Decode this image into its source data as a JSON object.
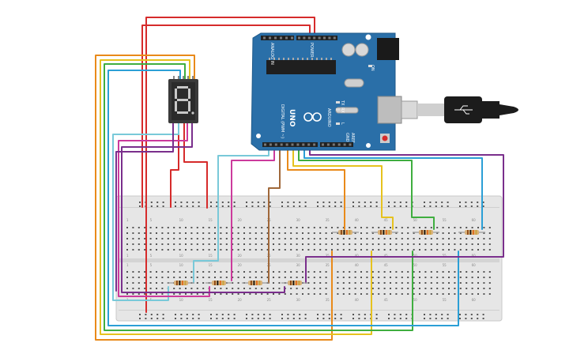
{
  "arduino": {
    "brand": "ARDUINO",
    "model": "UNO",
    "digital_header": "DIGITAL (PWM ~)",
    "power_header": "POWER",
    "analog_header": "ANALOG IN",
    "tx_label": "TX",
    "rx_label": "RX",
    "l_label": "L",
    "on_label": "ON",
    "aref_label": "AREF",
    "gnd_label": "GND"
  },
  "breadboard": {
    "col_numbers": [
      "1",
      "5",
      "10",
      "15",
      "20",
      "25",
      "30",
      "35",
      "40",
      "45",
      "50",
      "55",
      "60"
    ]
  },
  "display": {
    "digit": "8"
  },
  "colors": {
    "board": "#2a6fa8",
    "board_dark": "#1f5a8a",
    "breadboard": "#e6e6e6",
    "wire_red": "#d62b2b",
    "wire_orange": "#e98a1a",
    "wire_yellow": "#e6c21e",
    "wire_green": "#3fae3f",
    "wire_blue": "#2b9fd6",
    "wire_cyan": "#79c9d9",
    "wire_magenta": "#cc3a9c",
    "wire_purple": "#7a2f8c",
    "wire_brown": "#a0683a"
  }
}
